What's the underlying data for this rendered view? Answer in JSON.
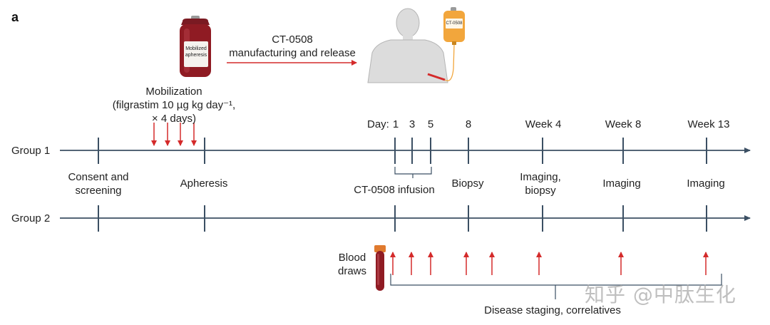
{
  "figure": {
    "panel_letter": "a",
    "watermark": "知乎 @中肽生化"
  },
  "colors": {
    "timeline": "#3b4f63",
    "arrow_red": "#d42a2a",
    "blood": "#8f1b23",
    "bag_orange": "#f2a63c",
    "skin": "#d9d9d9"
  },
  "top": {
    "bag_label": [
      "Mobilized",
      "apheresis"
    ],
    "manufacturing": [
      "CT-0508",
      "manufacturing and release"
    ],
    "infusion_bag_label": "CT-0508",
    "mobilization": [
      "Mobilization",
      "(filgrastim 10 µg kg day⁻¹,",
      "× 4 days)"
    ]
  },
  "timeline": {
    "group1": "Group 1",
    "group2": "Group 2",
    "day_prefix": "Day:",
    "days": [
      "1",
      "3",
      "5",
      "8"
    ],
    "weeks": [
      "Week 4",
      "Week 8",
      "Week 13"
    ],
    "events": {
      "consent": [
        "Consent and",
        "screening"
      ],
      "apheresis": "Apheresis",
      "infusion": "CT-0508 infusion",
      "biopsy": "Biopsy",
      "imaging_biopsy": [
        "Imaging,",
        "biopsy"
      ],
      "imaging_w8": "Imaging",
      "imaging_w13": "Imaging"
    }
  },
  "bottom": {
    "blood_draws": [
      "Blood",
      "draws"
    ],
    "staging": "Disease staging, correlatives"
  }
}
